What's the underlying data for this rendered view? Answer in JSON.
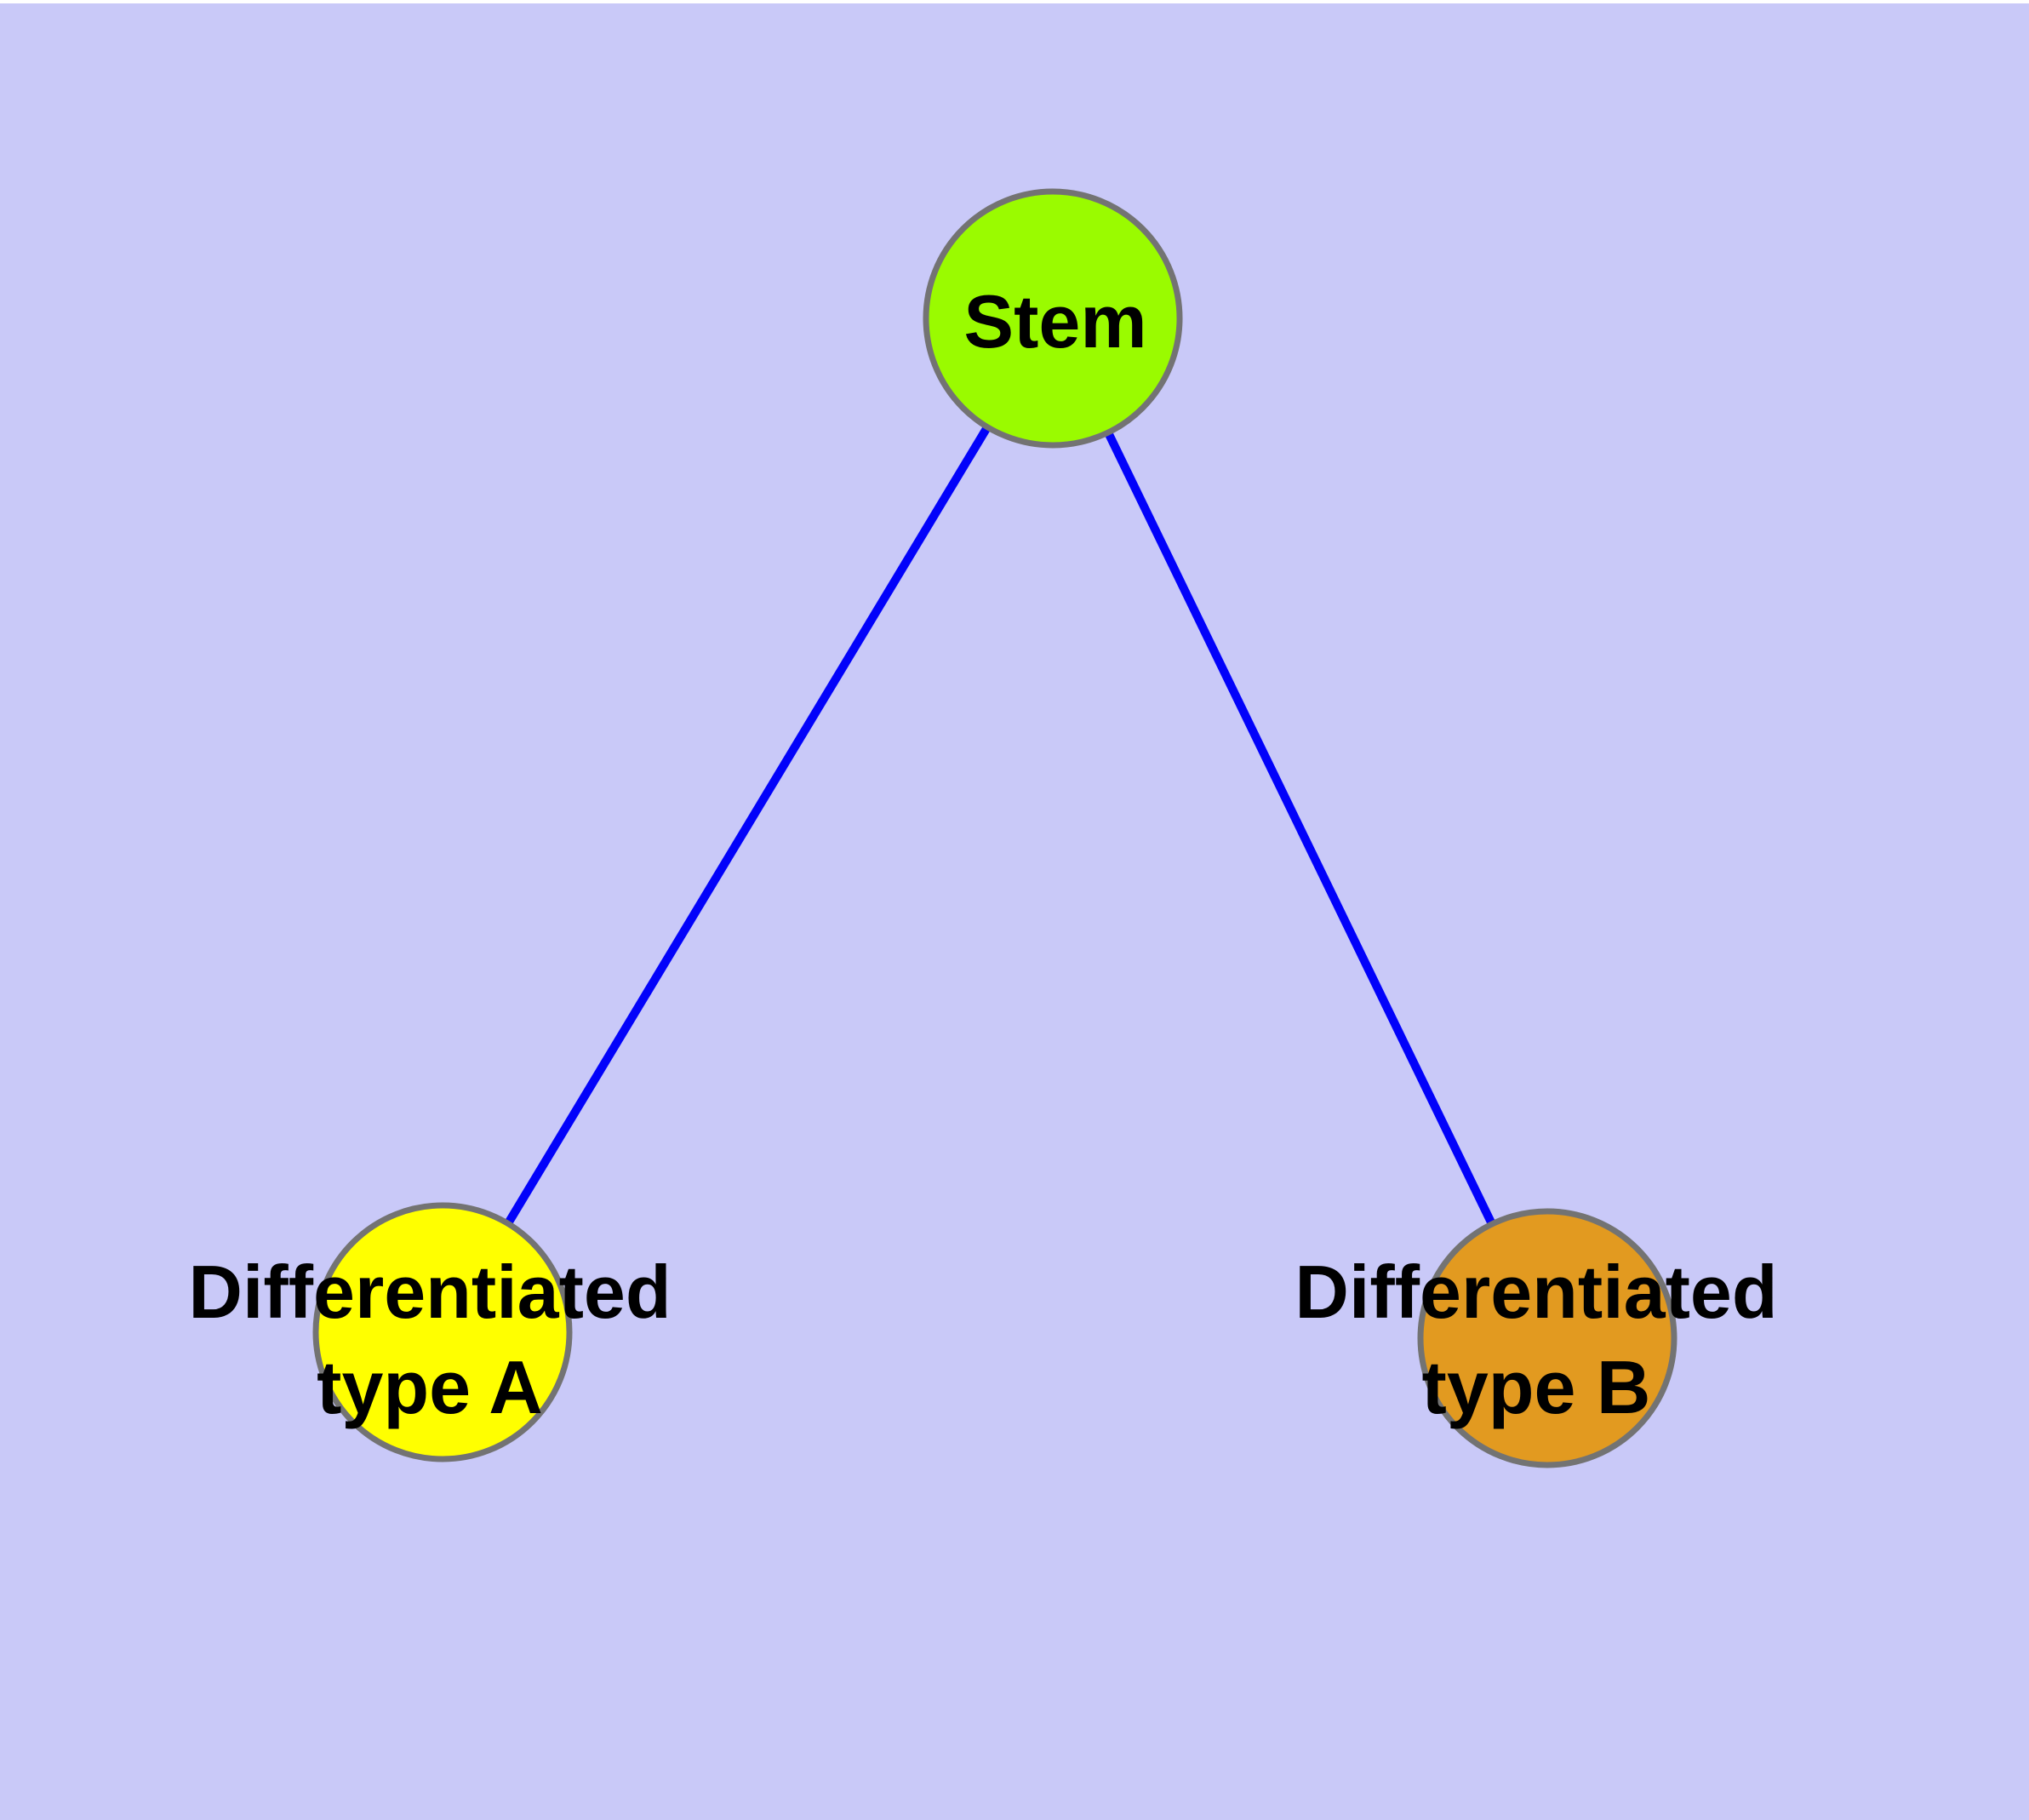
{
  "diagram": {
    "background_color": "#C9C9F8",
    "top_strip_color": "#FFFFFF",
    "node_border_color": "#737373",
    "edge_color": "#0202FA",
    "text_color": "#000000",
    "nodes": [
      {
        "id": "stem",
        "label": "Stem",
        "fill_color": "#9AFB00"
      },
      {
        "id": "differentiated-type-a",
        "label": "Differentiated type A",
        "label_line1": "Differentiated",
        "label_line2": "type A",
        "fill_color": "#FFFF00"
      },
      {
        "id": "differentiated-type-b",
        "label": "Differentiated type B",
        "label_line1": "Differentiated",
        "label_line2": "type B",
        "fill_color": "#E29A20"
      }
    ],
    "edges": [
      {
        "from": "Stem",
        "to": "Differentiated type A"
      },
      {
        "from": "Stem",
        "to": "Differentiated type B"
      }
    ]
  }
}
